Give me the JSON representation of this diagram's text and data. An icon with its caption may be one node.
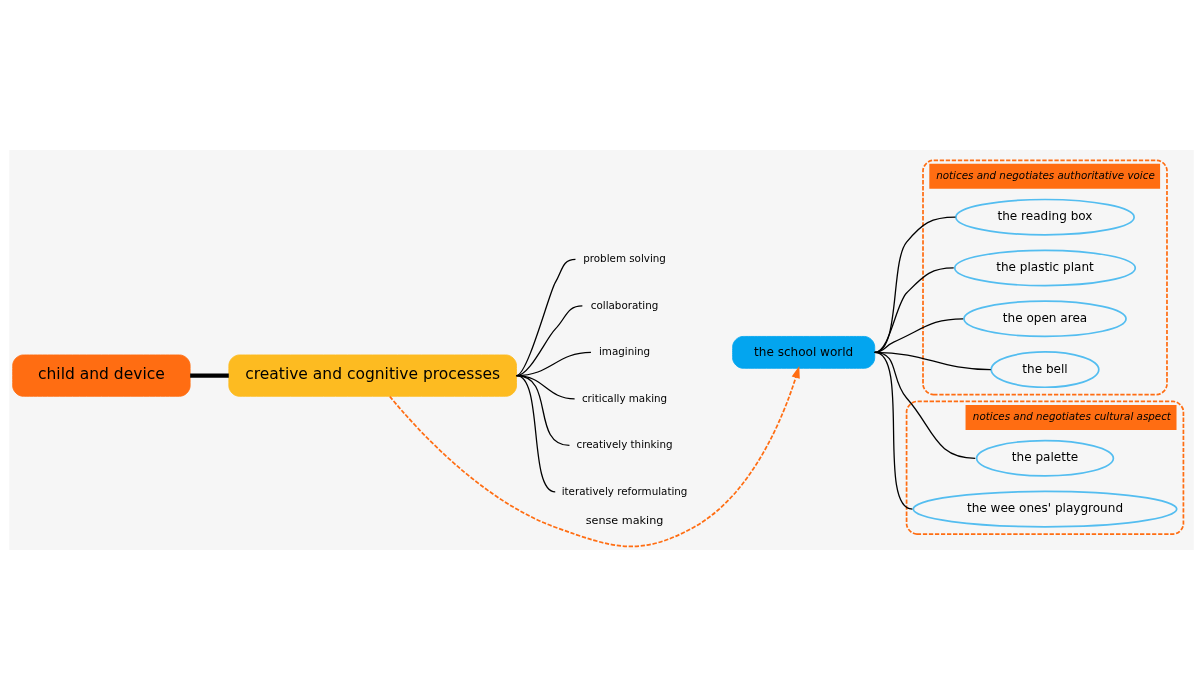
{
  "diagram": {
    "nodes": [
      {
        "text": [
          "child and device"
        ]
      },
      {
        "text": [
          "creative and cognitive processes"
        ]
      },
      {
        "text": [
          "problem solving"
        ]
      },
      {
        "text": [
          "collaborating"
        ]
      },
      {
        "text": [
          "imagining"
        ]
      },
      {
        "text": [
          "critically making"
        ]
      },
      {
        "text": [
          "creatively thinking"
        ]
      },
      {
        "text": [
          "iteratively reformulating"
        ]
      },
      {
        "text": [
          "the school world"
        ]
      },
      {
        "text": [
          "notices and negotiates authoritative voice"
        ]
      },
      {
        "text": [
          "the reading box"
        ],
        "in": 9
      },
      {
        "text": [
          "the plastic plant"
        ],
        "in": 9
      },
      {
        "text": [
          "the open area"
        ],
        "in": 9
      },
      {
        "text": [
          "the bell"
        ],
        "in": 9
      },
      {
        "text": [
          "notices and negotiates cultural aspect"
        ]
      },
      {
        "text": [
          "the palette"
        ],
        "in": 14
      },
      {
        "text": [
          "the wee ones' playground"
        ],
        "in": 14
      }
    ],
    "edges": [
      {
        "from": 0,
        "to": 1,
        "arrow": "none",
        "style": "thick"
      },
      {
        "from": 1,
        "to": 2,
        "arrow": "none"
      },
      {
        "from": 1,
        "to": 3,
        "arrow": "none"
      },
      {
        "from": 1,
        "to": 4,
        "arrow": "none"
      },
      {
        "from": 1,
        "to": 5,
        "arrow": "none"
      },
      {
        "from": 1,
        "to": 6,
        "arrow": "none"
      },
      {
        "from": 1,
        "to": 7,
        "arrow": "none"
      },
      {
        "from": 1,
        "to": 8,
        "arrow": "to",
        "label": "sense making",
        "style": "dashed",
        "color": "#ff6d12"
      },
      {
        "from": 8,
        "to": 10,
        "arrow": "none"
      },
      {
        "from": 8,
        "to": 11,
        "arrow": "none"
      },
      {
        "from": 8,
        "to": 12,
        "arrow": "none"
      },
      {
        "from": 8,
        "to": 13,
        "arrow": "none"
      },
      {
        "from": 8,
        "to": 15,
        "arrow": "none"
      },
      {
        "from": 8,
        "to": 16,
        "arrow": "none"
      }
    ]
  }
}
